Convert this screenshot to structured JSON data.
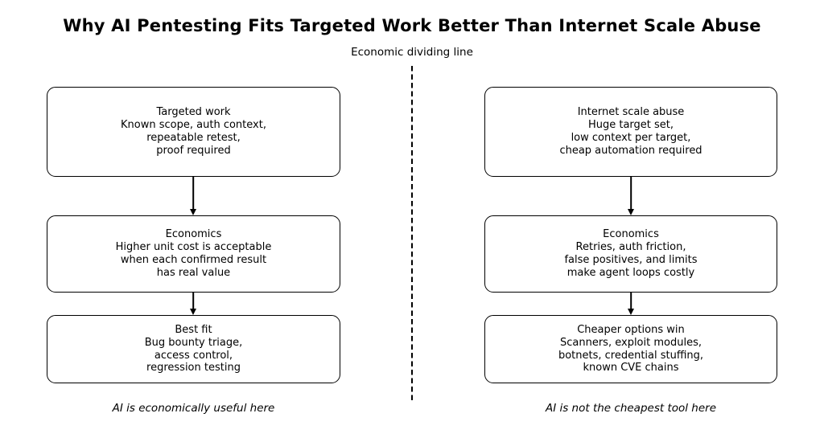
{
  "title": "Why AI Pentesting Fits Targeted Work Better Than Internet Scale Abuse",
  "divider": {
    "label": "Economic dividing line"
  },
  "columns": [
    {
      "name": "targeted-work",
      "caption": "AI is economically useful here",
      "boxes": [
        {
          "heading": "Targeted work",
          "lines": [
            "Known scope, auth context,",
            "repeatable retest,",
            "proof required"
          ]
        },
        {
          "heading": "Economics",
          "lines": [
            "Higher unit cost is acceptable",
            "when each confirmed result",
            "has real value"
          ]
        },
        {
          "heading": "Best fit",
          "lines": [
            "Bug bounty triage,",
            "access control,",
            "regression testing"
          ]
        }
      ]
    },
    {
      "name": "internet-scale-abuse",
      "caption": "AI is not the cheapest tool here",
      "boxes": [
        {
          "heading": "Internet scale abuse",
          "lines": [
            "Huge target set,",
            "low context per target,",
            "cheap automation required"
          ]
        },
        {
          "heading": "Economics",
          "lines": [
            "Retries, auth friction,",
            "false positives, and limits",
            "make agent loops costly"
          ]
        },
        {
          "heading": "Cheaper options win",
          "lines": [
            "Scanners, exploit modules,",
            "botnets, credential stuffing,",
            "known CVE chains"
          ]
        }
      ]
    }
  ],
  "colors": {
    "background": "#ffffff",
    "foreground": "#000000"
  }
}
